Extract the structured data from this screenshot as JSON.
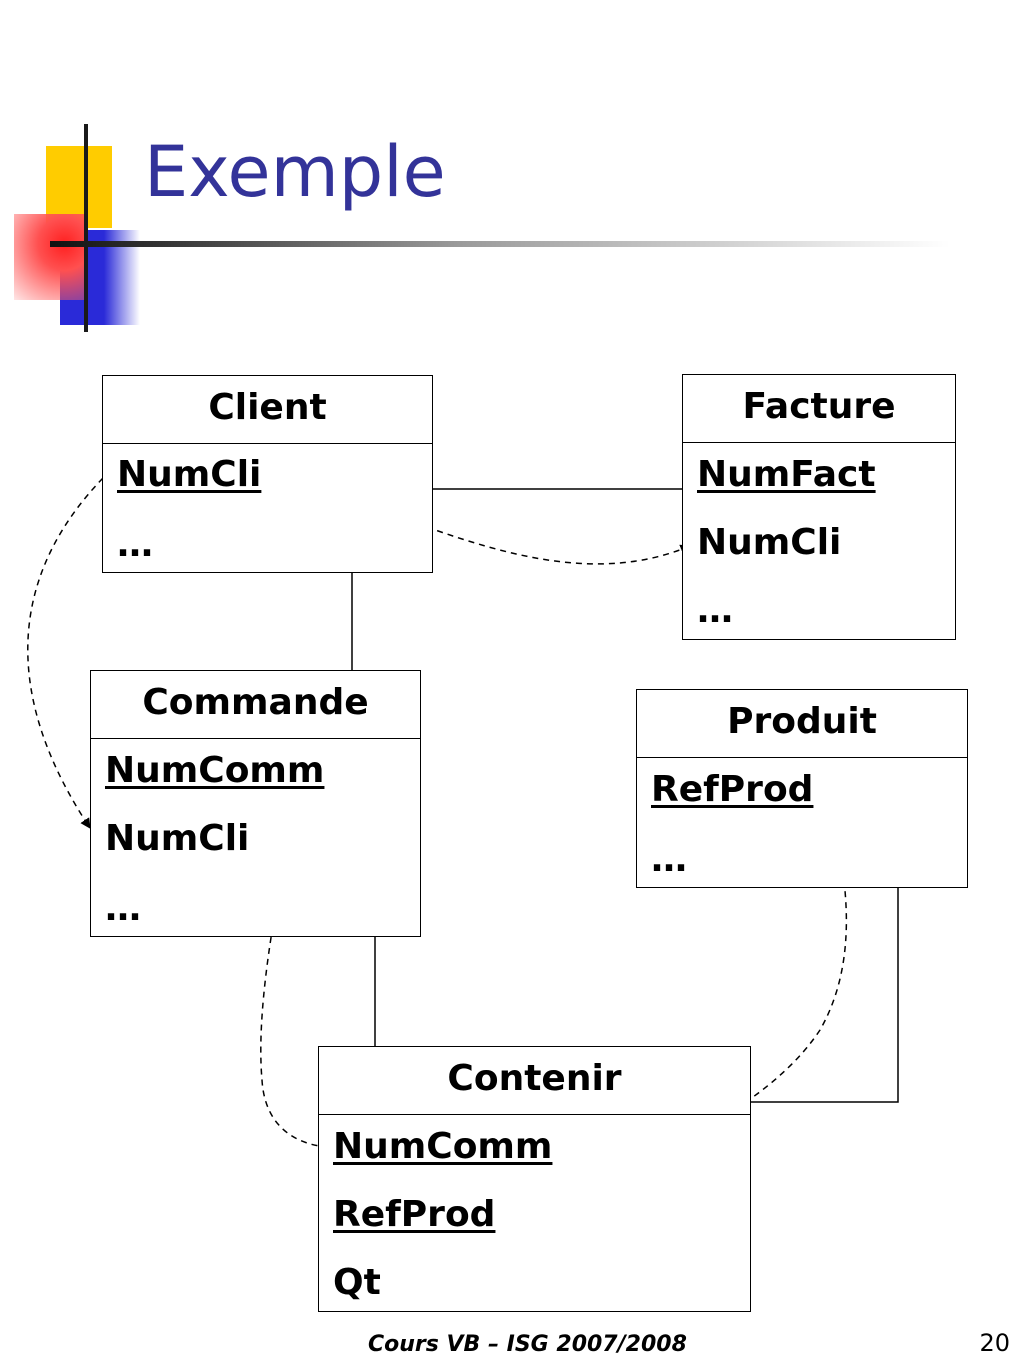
{
  "slide": {
    "title": "Exemple",
    "footer": "Cours VB – ISG  2007/2008",
    "page_number": "20"
  },
  "entities": {
    "client": {
      "name": "Client",
      "attributes": [
        {
          "label": "NumCli",
          "key": true
        },
        {
          "label": "…",
          "key": false
        }
      ]
    },
    "facture": {
      "name": "Facture",
      "attributes": [
        {
          "label": "NumFact",
          "key": true
        },
        {
          "label": "NumCli",
          "key": false
        },
        {
          "label": "…",
          "key": false
        }
      ]
    },
    "commande": {
      "name": "Commande",
      "attributes": [
        {
          "label": "NumComm",
          "key": true
        },
        {
          "label": "NumCli",
          "key": false
        },
        {
          "label": "…",
          "key": false
        }
      ]
    },
    "produit": {
      "name": "Produit",
      "attributes": [
        {
          "label": "RefProd",
          "key": true
        },
        {
          "label": "…",
          "key": false
        }
      ]
    },
    "contenir": {
      "name": "Contenir",
      "attributes": [
        {
          "label": "NumComm",
          "key": true
        },
        {
          "label": "RefProd",
          "key": true
        },
        {
          "label": "Qt",
          "key": false
        }
      ]
    }
  },
  "relationships": [
    {
      "from": "Client",
      "to": "Facture",
      "style": "solid"
    },
    {
      "from": "Client",
      "to": "Commande",
      "style": "solid"
    },
    {
      "from": "Commande",
      "to": "Contenir",
      "style": "solid"
    },
    {
      "from": "Produit",
      "to": "Contenir",
      "style": "solid"
    }
  ],
  "foreign_keys": [
    {
      "from": "Client.NumCli",
      "to": "Facture.NumCli",
      "style": "dashed-arrow"
    },
    {
      "from": "Client.NumCli",
      "to": "Commande.NumCli",
      "style": "dashed-arrow"
    },
    {
      "from": "Commande.NumComm",
      "to": "Contenir.NumComm",
      "style": "dashed-arrow"
    },
    {
      "from": "Produit.RefProd",
      "to": "Contenir.RefProd",
      "style": "dashed-arrow"
    }
  ],
  "colors": {
    "title": "#333399",
    "accent_yellow": "#ffcc00",
    "accent_red": "#ff2020",
    "accent_blue": "#2a2ad8"
  }
}
